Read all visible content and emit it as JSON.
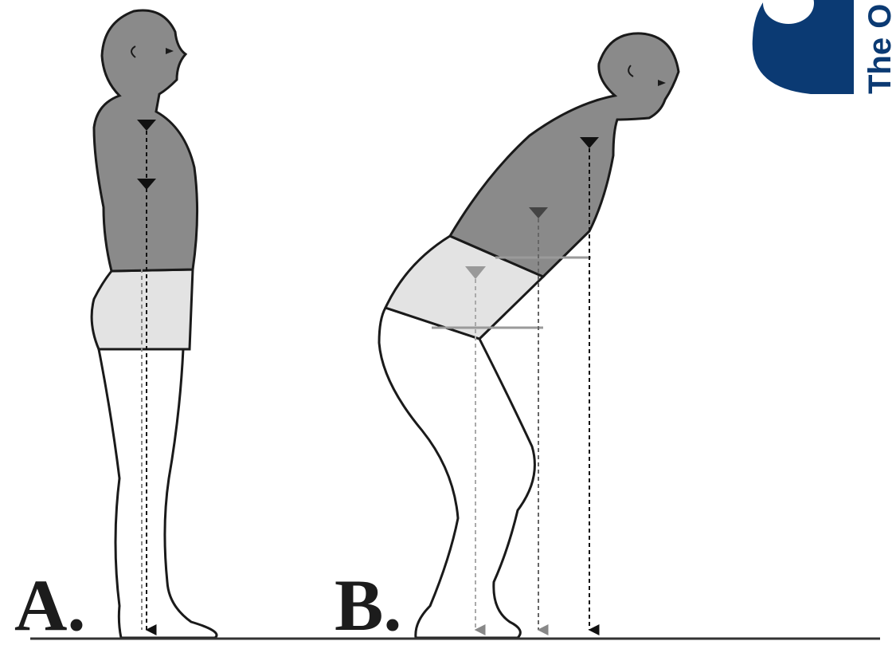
{
  "figure": {
    "panels": [
      {
        "label": "A."
      },
      {
        "label": "B."
      }
    ]
  },
  "logo": {
    "text": "The O",
    "color": "#0b3a73"
  },
  "colors": {
    "trunk": "#8a8a8a",
    "pelvis": "#e3e3e3",
    "legs": "#ffffff",
    "outline": "#1a1a1a",
    "ground": "#333333",
    "upper_line": "#111111",
    "pelvis_line": "#888888",
    "guide_line": "#9a9a9a"
  },
  "icons": [
    "center-of-mass-marker-icon",
    "down-arrow-icon"
  ]
}
